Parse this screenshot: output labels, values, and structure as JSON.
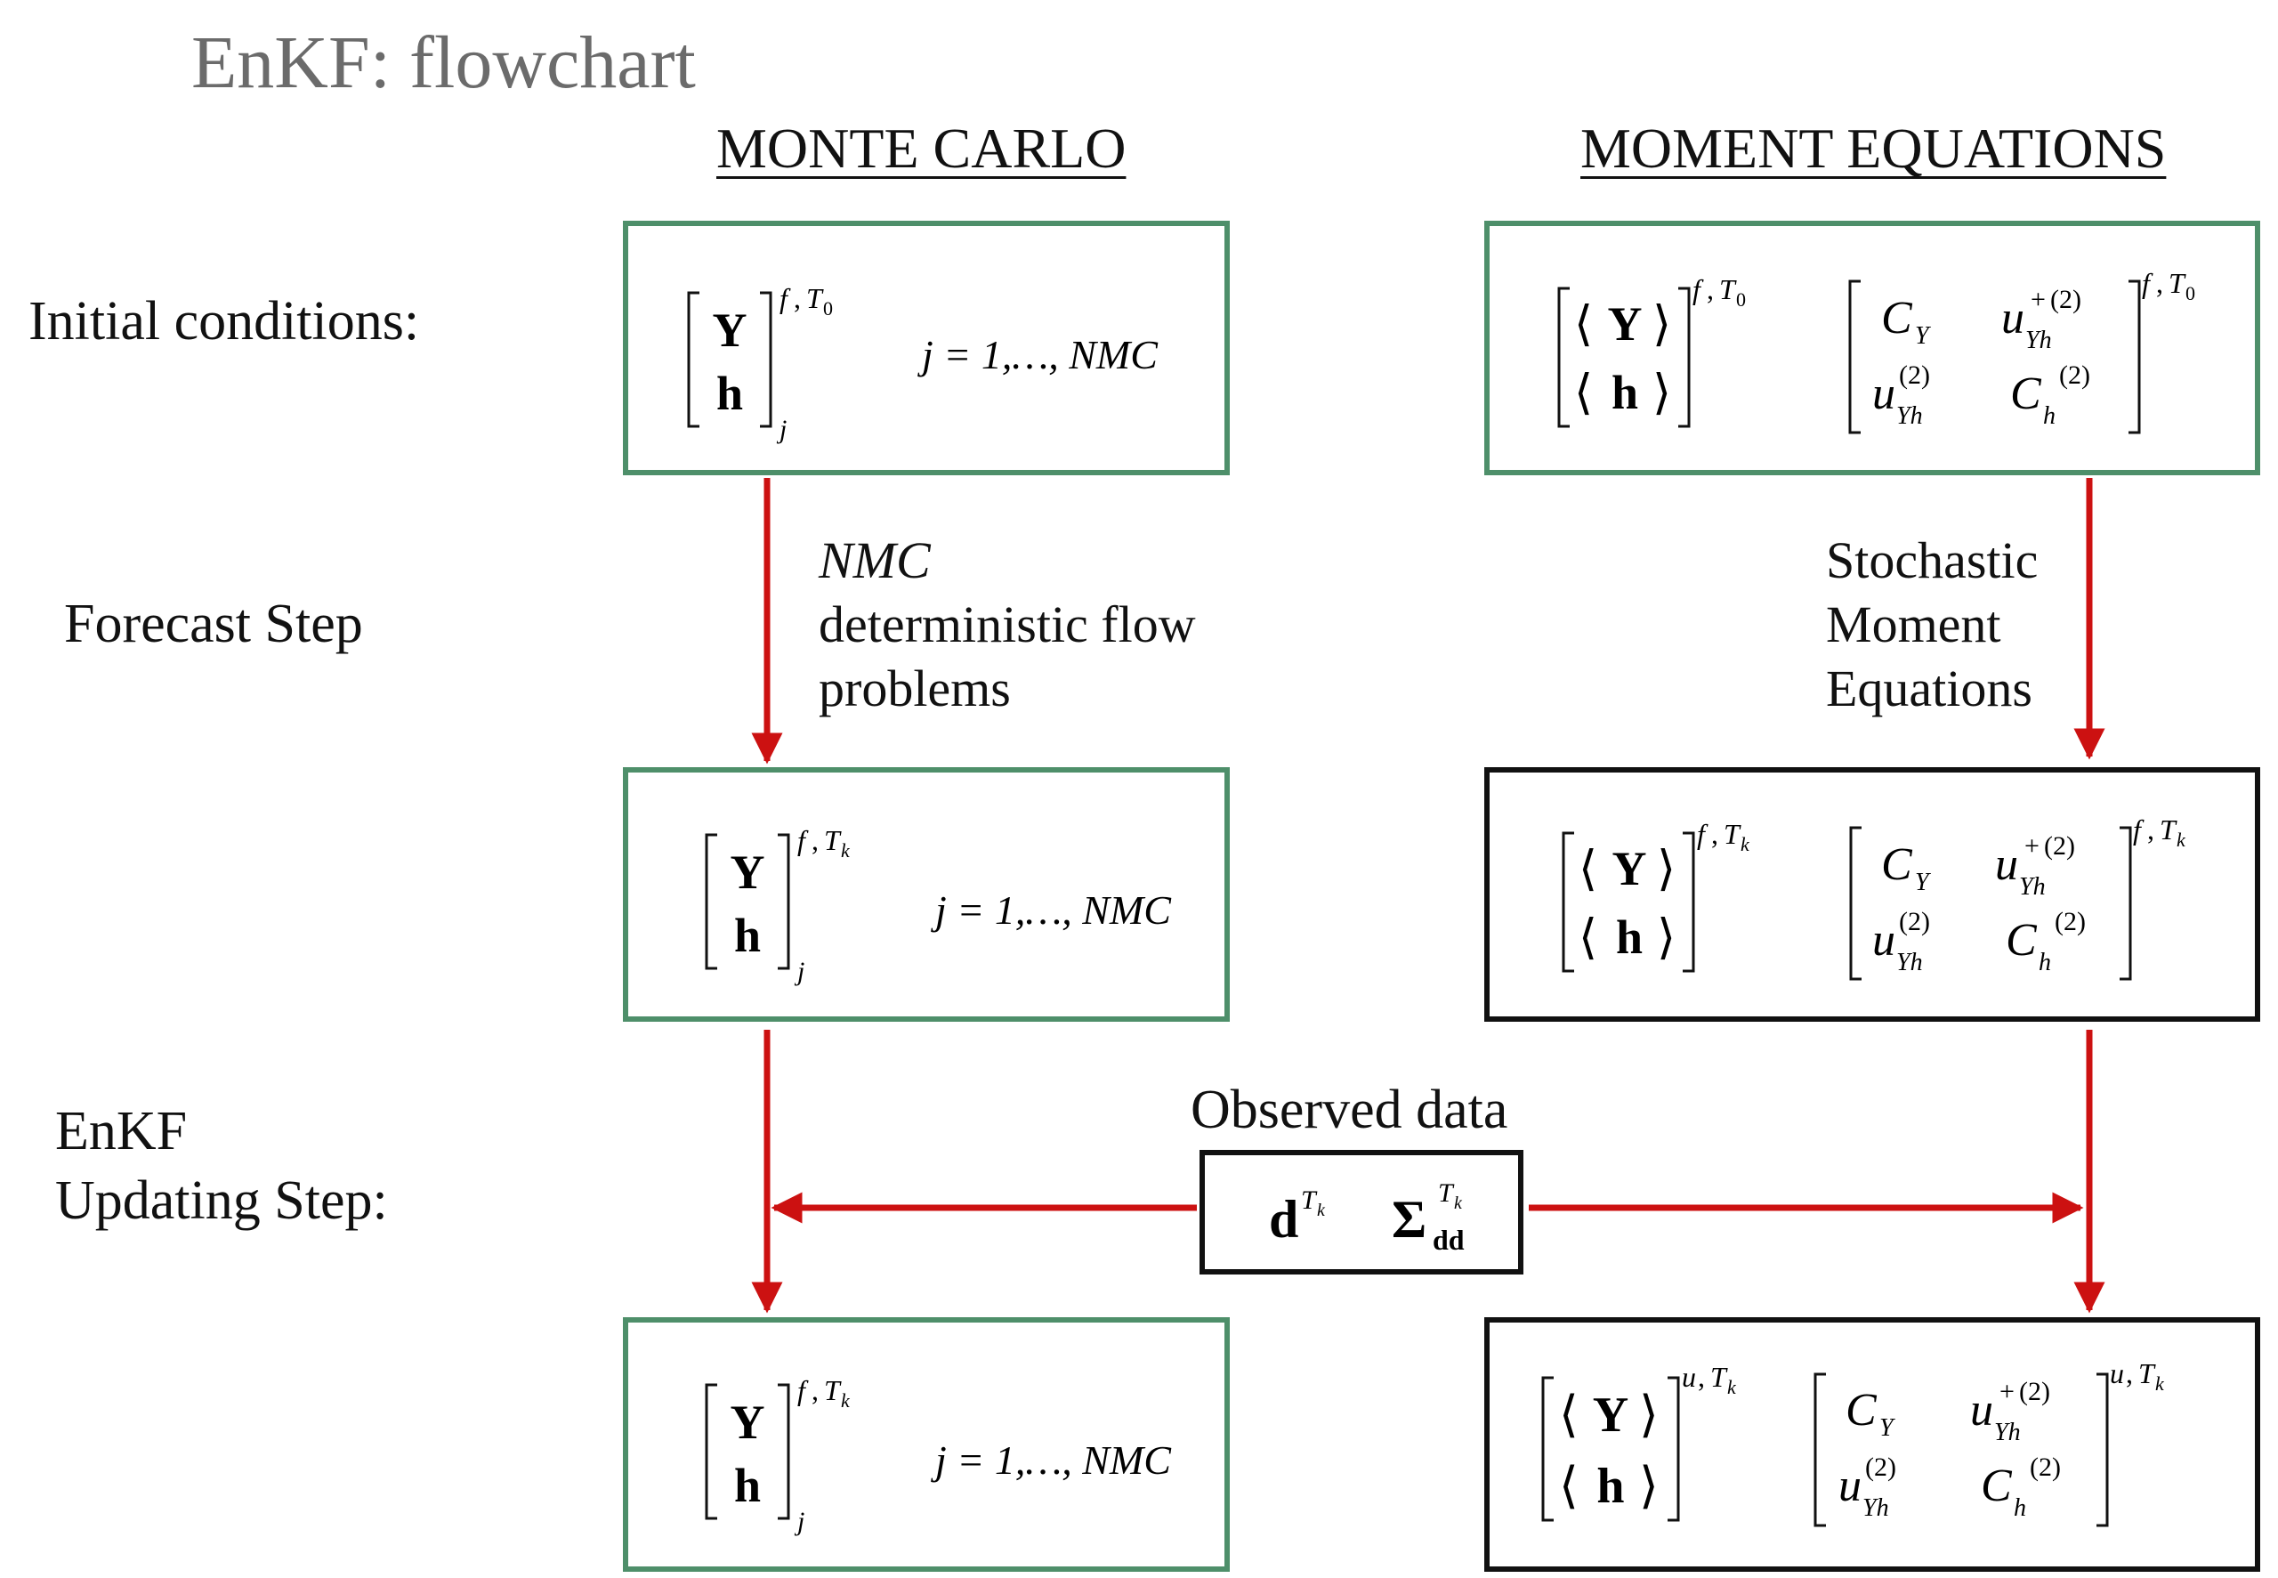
{
  "title": "EnKF: flowchart",
  "columns": {
    "monte_carlo": "MONTE CARLO",
    "moment_equations": "MOMENT EQUATIONS"
  },
  "rows": {
    "initial": "Initial conditions:",
    "forecast": "Forecast Step",
    "update_line1": "EnKF",
    "update_line2": "Updating Step:"
  },
  "forecast_labels": {
    "mc_line1": "NMC",
    "mc_line2": "deterministic flow",
    "mc_line3": "problems",
    "me_line1": "Stochastic",
    "me_line2": "Moment",
    "me_line3": "Equations"
  },
  "observed": {
    "title": "Observed data",
    "d": "d",
    "d_sup": "T",
    "d_sup_sub": "k",
    "sigma": "Σ",
    "sigma_sub": "dd",
    "sigma_sup": "T",
    "sigma_sup_sub": "k"
  },
  "math": {
    "Y": "Y",
    "h": "h",
    "j": "j",
    "index_range": "j = 1,…, NMC",
    "f": "f",
    "u": "u",
    "T": "T",
    "T0_sub": "0",
    "Tk_sub": "k",
    "langle": "⟨",
    "rangle": "⟩",
    "C": "C",
    "C_Y_sub": "Y",
    "C_h_sub": "h",
    "u_sym": "u",
    "u_sub": "Yh",
    "order": "(2)",
    "plus": "+"
  },
  "colors": {
    "green_border": "#4e8f6a",
    "black_border": "#111111",
    "arrow_red": "#cc1111",
    "title_gray": "#6b6b6b"
  }
}
